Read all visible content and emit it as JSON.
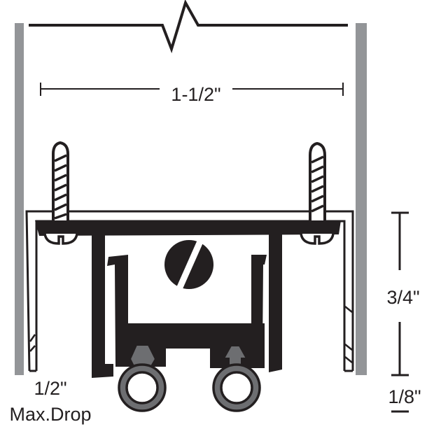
{
  "diagram": {
    "subject": "Automatic door bottom cross-section",
    "labels": {
      "width": "1-1/2\"",
      "height": "3/4\"",
      "bottom_gap": "1/8\"",
      "drop_value": "1/2\"",
      "drop_caption": "Max.Drop"
    },
    "colors": {
      "ink": "#231f20",
      "jamb_gray": "#939598",
      "seal_gray": "#6d6e71",
      "background": "#ffffff"
    }
  }
}
